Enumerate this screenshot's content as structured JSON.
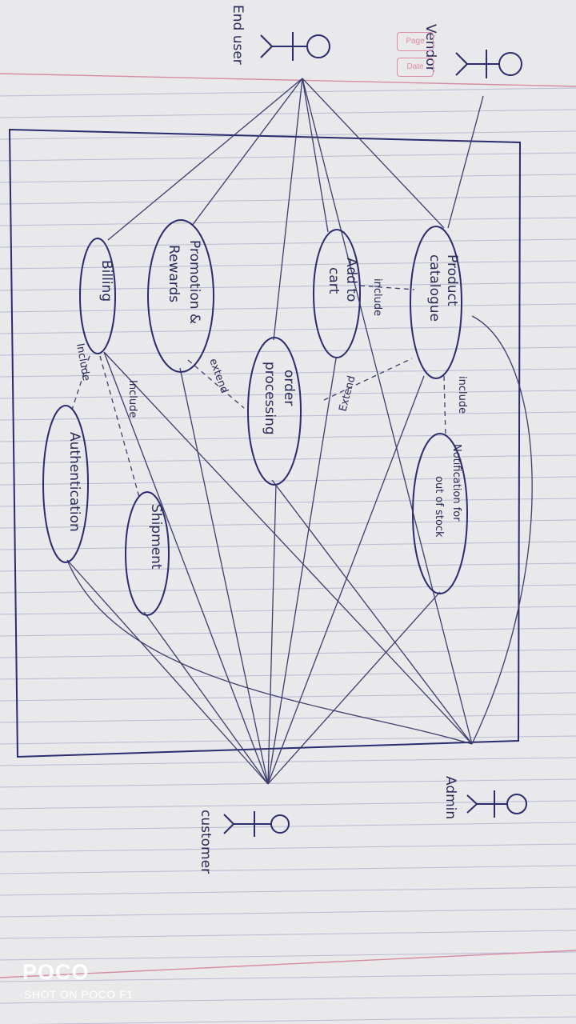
{
  "actors": {
    "end_user": "End user",
    "vendor": "Vendor",
    "admin": "Admin",
    "customer": "customer"
  },
  "use_cases": {
    "product_catalogue": [
      "Product",
      "catalogue"
    ],
    "notification": [
      "Notification for",
      "out of stock"
    ],
    "add_to_cart": [
      "Add to",
      "cart"
    ],
    "order_processing": [
      "order",
      "processing"
    ],
    "promotion": [
      "Promotion &",
      "Rewards"
    ],
    "billing": "Billing",
    "authentication": "Authentication",
    "shipment": "Shipment"
  },
  "relations": {
    "include_cart": "include",
    "include_notification": "include",
    "extend_cart": "Extend",
    "extend_promotion": "extend",
    "include_billing_shipment": "Include",
    "include_billing_auth": "Include"
  },
  "stamp": {
    "page_label": "Page",
    "date_label": "Date"
  },
  "watermark": {
    "brand": "POCO",
    "shot_on": "SHOT ON POCO F1"
  },
  "colors": {
    "paper": "#e9e8ea",
    "ink": "#3d3d6e",
    "rule": "#b9bcd2",
    "margin": "#d98aa5"
  }
}
